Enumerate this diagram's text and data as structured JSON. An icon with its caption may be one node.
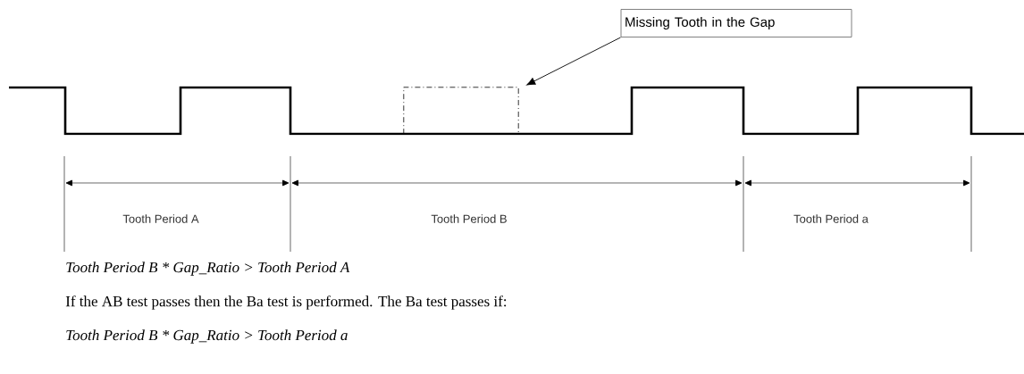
{
  "diagram": {
    "nodes": [
      {
        "text": [
          "Missing Tooth in the Gap"
        ]
      },
      {
        "text": [],
        "shape": "box"
      }
    ],
    "edges": [
      {
        "from": 0,
        "to": 1,
        "arrow": "to"
      }
    ],
    "labels": [
      "Tooth Period A",
      "Tooth Period B",
      "Tooth Period a",
      "Tooth Period B * Gap_Ratio > Tooth Period A",
      "If the AB test passes then the Ba test is performed. The Ba test passes if:",
      "Tooth Period B * Gap_Ratio > Tooth Period a"
    ]
  }
}
